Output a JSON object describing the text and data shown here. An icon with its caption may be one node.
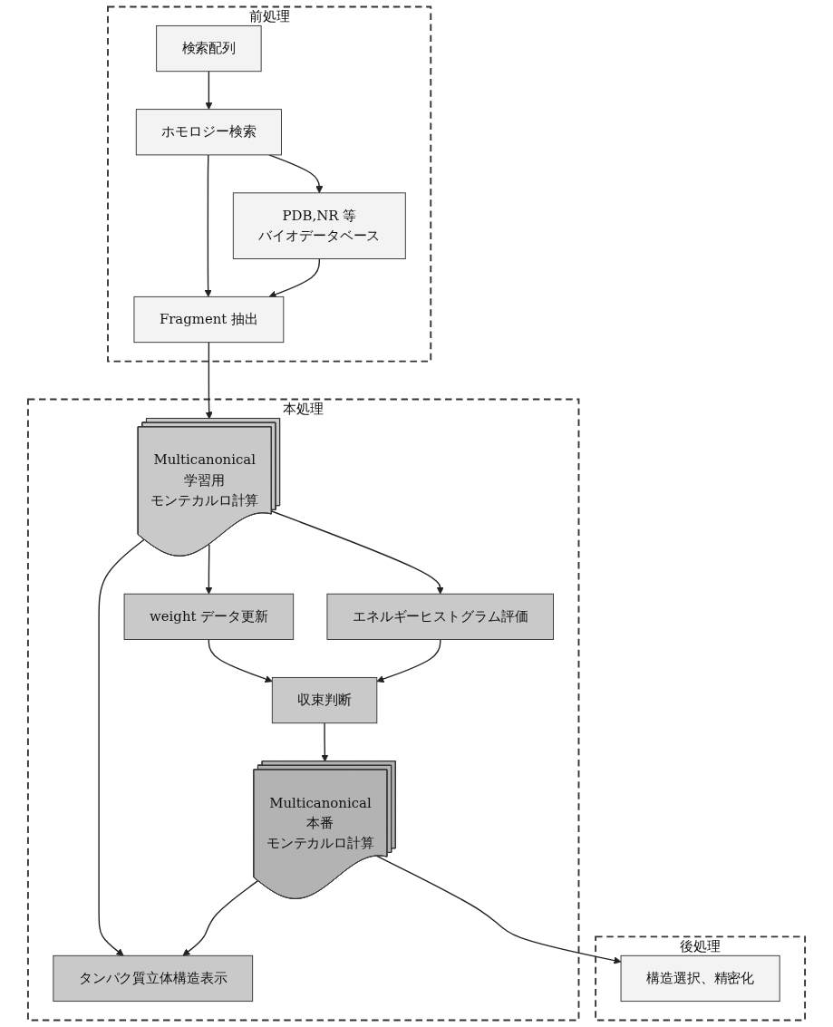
{
  "diagram": {
    "nodes": [
      {
        "text": [
          "前処理"
        ]
      },
      {
        "text": [
          "検索配列"
        ],
        "in": 0
      },
      {
        "text": [
          "ホモロジー検索"
        ],
        "in": 0
      },
      {
        "text": [
          "PDB,NR 等",
          "バイオデータベース"
        ],
        "in": 0
      },
      {
        "text": [
          "Fragment 抽出"
        ],
        "in": 0
      },
      {
        "text": [
          "本処理"
        ]
      },
      {
        "text": [
          "Multicanonical",
          "学習用",
          "モンテカルロ計算"
        ],
        "in": 5
      },
      {
        "text": [
          "weight データ更新"
        ],
        "in": 5
      },
      {
        "text": [
          "エネルギーヒストグラム評価"
        ],
        "in": 5
      },
      {
        "text": [
          "収束判断"
        ],
        "in": 5
      },
      {
        "text": [
          "Multicanonical",
          "本番",
          "モンテカルロ計算"
        ],
        "in": 5
      },
      {
        "text": [
          "タンパク質立体構造表示"
        ],
        "in": 5
      },
      {
        "text": [
          "後処理"
        ]
      },
      {
        "text": [
          "構造選択、精密化"
        ],
        "in": 12
      }
    ],
    "edges": [
      {
        "from": 1,
        "to": 2,
        "arrow": "to"
      },
      {
        "from": 2,
        "to": 3,
        "arrow": "to"
      },
      {
        "from": 2,
        "to": 4,
        "arrow": "to"
      },
      {
        "from": 3,
        "to": 4,
        "arrow": "to"
      },
      {
        "from": 4,
        "to": 6,
        "arrow": "to"
      },
      {
        "from": 6,
        "to": 7,
        "arrow": "to"
      },
      {
        "from": 6,
        "to": 8,
        "arrow": "to"
      },
      {
        "from": 6,
        "to": 11,
        "arrow": "to"
      },
      {
        "from": 7,
        "to": 9,
        "arrow": "to"
      },
      {
        "from": 8,
        "to": 9,
        "arrow": "to"
      },
      {
        "from": 9,
        "to": 10,
        "arrow": "to"
      },
      {
        "from": 10,
        "to": 11,
        "arrow": "to"
      },
      {
        "from": 10,
        "to": 13,
        "arrow": "to"
      }
    ]
  }
}
